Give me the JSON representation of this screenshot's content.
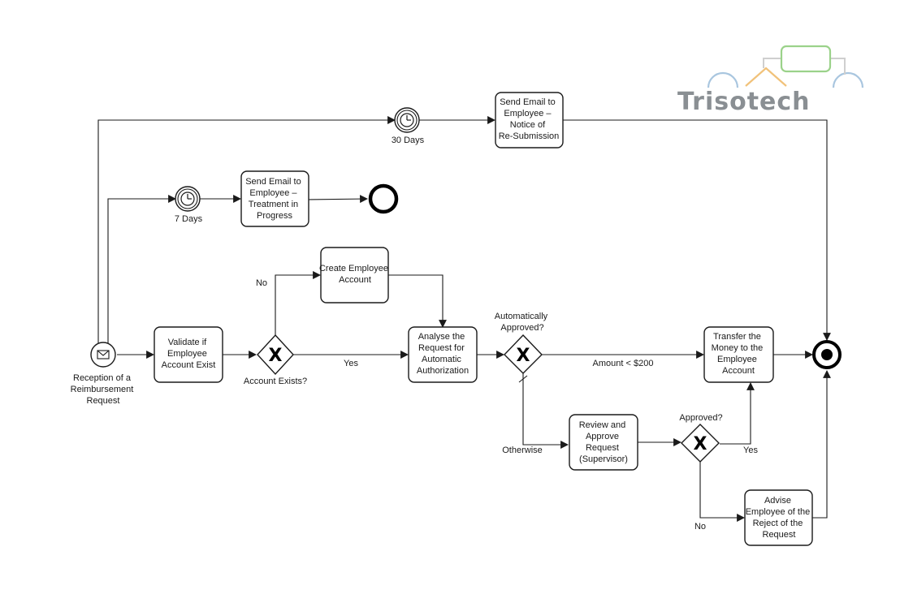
{
  "logo": {
    "text": "Trisotech"
  },
  "start_event": {
    "label_lines": [
      "Reception of a",
      "Reimbursement",
      "Request"
    ]
  },
  "tasks": {
    "validate": {
      "lines": [
        "Validate if",
        "Employee",
        "Account Exist"
      ]
    },
    "create_account": {
      "lines": [
        "Create Employee",
        "Account"
      ]
    },
    "analyse": {
      "lines": [
        "Analyse the",
        "Request for",
        "Automatic",
        "Authorization"
      ]
    },
    "transfer": {
      "lines": [
        "Transfer the",
        "Money to the",
        "Employee",
        "Account"
      ]
    },
    "review": {
      "lines": [
        "Review and",
        "Approve",
        "Request",
        "(Supervisor)"
      ]
    },
    "advise": {
      "lines": [
        "Advise",
        "Employee of the",
        "Reject of the",
        "Request"
      ]
    },
    "email_progress": {
      "lines": [
        "Send Email to",
        "Employee –",
        "Treatment in",
        "Progress"
      ]
    },
    "email_resubmit": {
      "lines": [
        "Send Email to",
        "Employee –",
        "Notice of",
        "Re-Submission"
      ]
    }
  },
  "timers": {
    "t7": {
      "label": "7 Days"
    },
    "t30": {
      "label": "30 Days"
    }
  },
  "gateways": {
    "account_exists": {
      "label": "Account Exists?"
    },
    "auto_approved": {
      "label_lines": [
        "Automatically",
        "Approved?"
      ]
    },
    "approved": {
      "label": "Approved?"
    }
  },
  "flow_labels": {
    "no_account": "No",
    "yes_account": "Yes",
    "amount": "Amount < $200",
    "otherwise": "Otherwise",
    "yes_approved": "Yes",
    "no_approved": "No"
  }
}
